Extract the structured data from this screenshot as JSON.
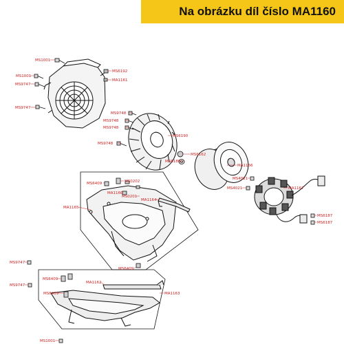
{
  "banner": {
    "text": "Na obrázku díl číslo MA1160",
    "color": "#f5c518"
  },
  "label_color": "#cc1f1f",
  "labels": {
    "ms1001_top": "MS1001",
    "ms1001_left": "MS1001",
    "ms9747_a": "MS9747",
    "ms9747_b": "MS9747",
    "ms6192": "MS6192",
    "ma1161": "MA1161",
    "ms9748_a": "MS9748",
    "ms9748_b": "MS9748",
    "ms9748_c": "MS9748",
    "ms6190": "MS6190",
    "ms9748_d": "MS9748",
    "ms6162": "MS6162",
    "ms6186": "MS6186",
    "ma1166": "MA1166",
    "ms4021_a": "MS4021",
    "ms4021_b": "MS4021",
    "ma1167": "MA1167",
    "ms6187_a": "MS6187",
    "ms6187_b": "MS6187",
    "ms6409_a": "MS6409",
    "ms0202": "MS0202",
    "ma1160": "MA1160",
    "ms0201": "MS0201",
    "ma1164": "MA1164",
    "ma1165": "MA1165",
    "ms6409_b": "MS6409",
    "ms9747_c": "MS9747",
    "ms6409_c": "MS6409",
    "ma1162": "MA1162",
    "ms9747_d": "MS9747",
    "ms6409_d": "MS6409",
    "ma1163": "MA1163",
    "ms1001_bottom": "MS1001"
  }
}
